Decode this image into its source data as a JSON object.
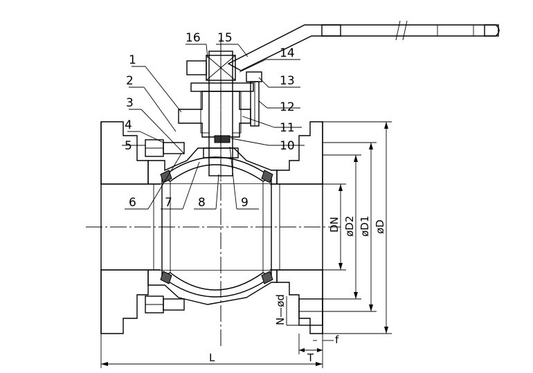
{
  "part_labels": [
    "1",
    "2",
    "3",
    "4",
    "5",
    "6",
    "7",
    "8",
    "9",
    "10",
    "11",
    "12",
    "13",
    "14",
    "15",
    "16"
  ],
  "dimensions": {
    "dn": "DN",
    "d2": "øD2",
    "d1": "øD1",
    "d": "øD",
    "bolt_holes": "N—ød",
    "length": "L",
    "thickness": "T",
    "raised_face": "f"
  }
}
